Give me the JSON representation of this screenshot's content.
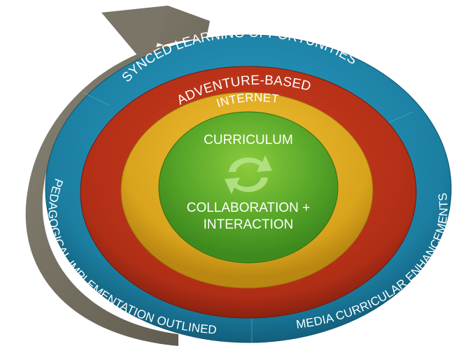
{
  "rings": {
    "outer": {
      "top_label": "SYNCED LEARNING OPPORTUNITIES",
      "bottom_left_label": "PEDAGOGICAL IMPLEMENTATION OUTLINED",
      "bottom_right_label": "MEDIA CURRICULAR ENHANCEMENTS",
      "color": "#1d7fa0"
    },
    "second": {
      "label": "ADVENTURE-BASED",
      "color": "#b5311a"
    },
    "third": {
      "label": "INTERNET",
      "color": "#d4a21b"
    },
    "center": {
      "top_label": "CURRICULUM",
      "bottom_line1": "COLLABORATION +",
      "bottom_line2": "INTERACTION",
      "color": "#5aa62b",
      "icon": "refresh-cycle-icon"
    }
  },
  "arrow": {
    "color": "#6e6a5e",
    "icon": "circular-arrow"
  }
}
